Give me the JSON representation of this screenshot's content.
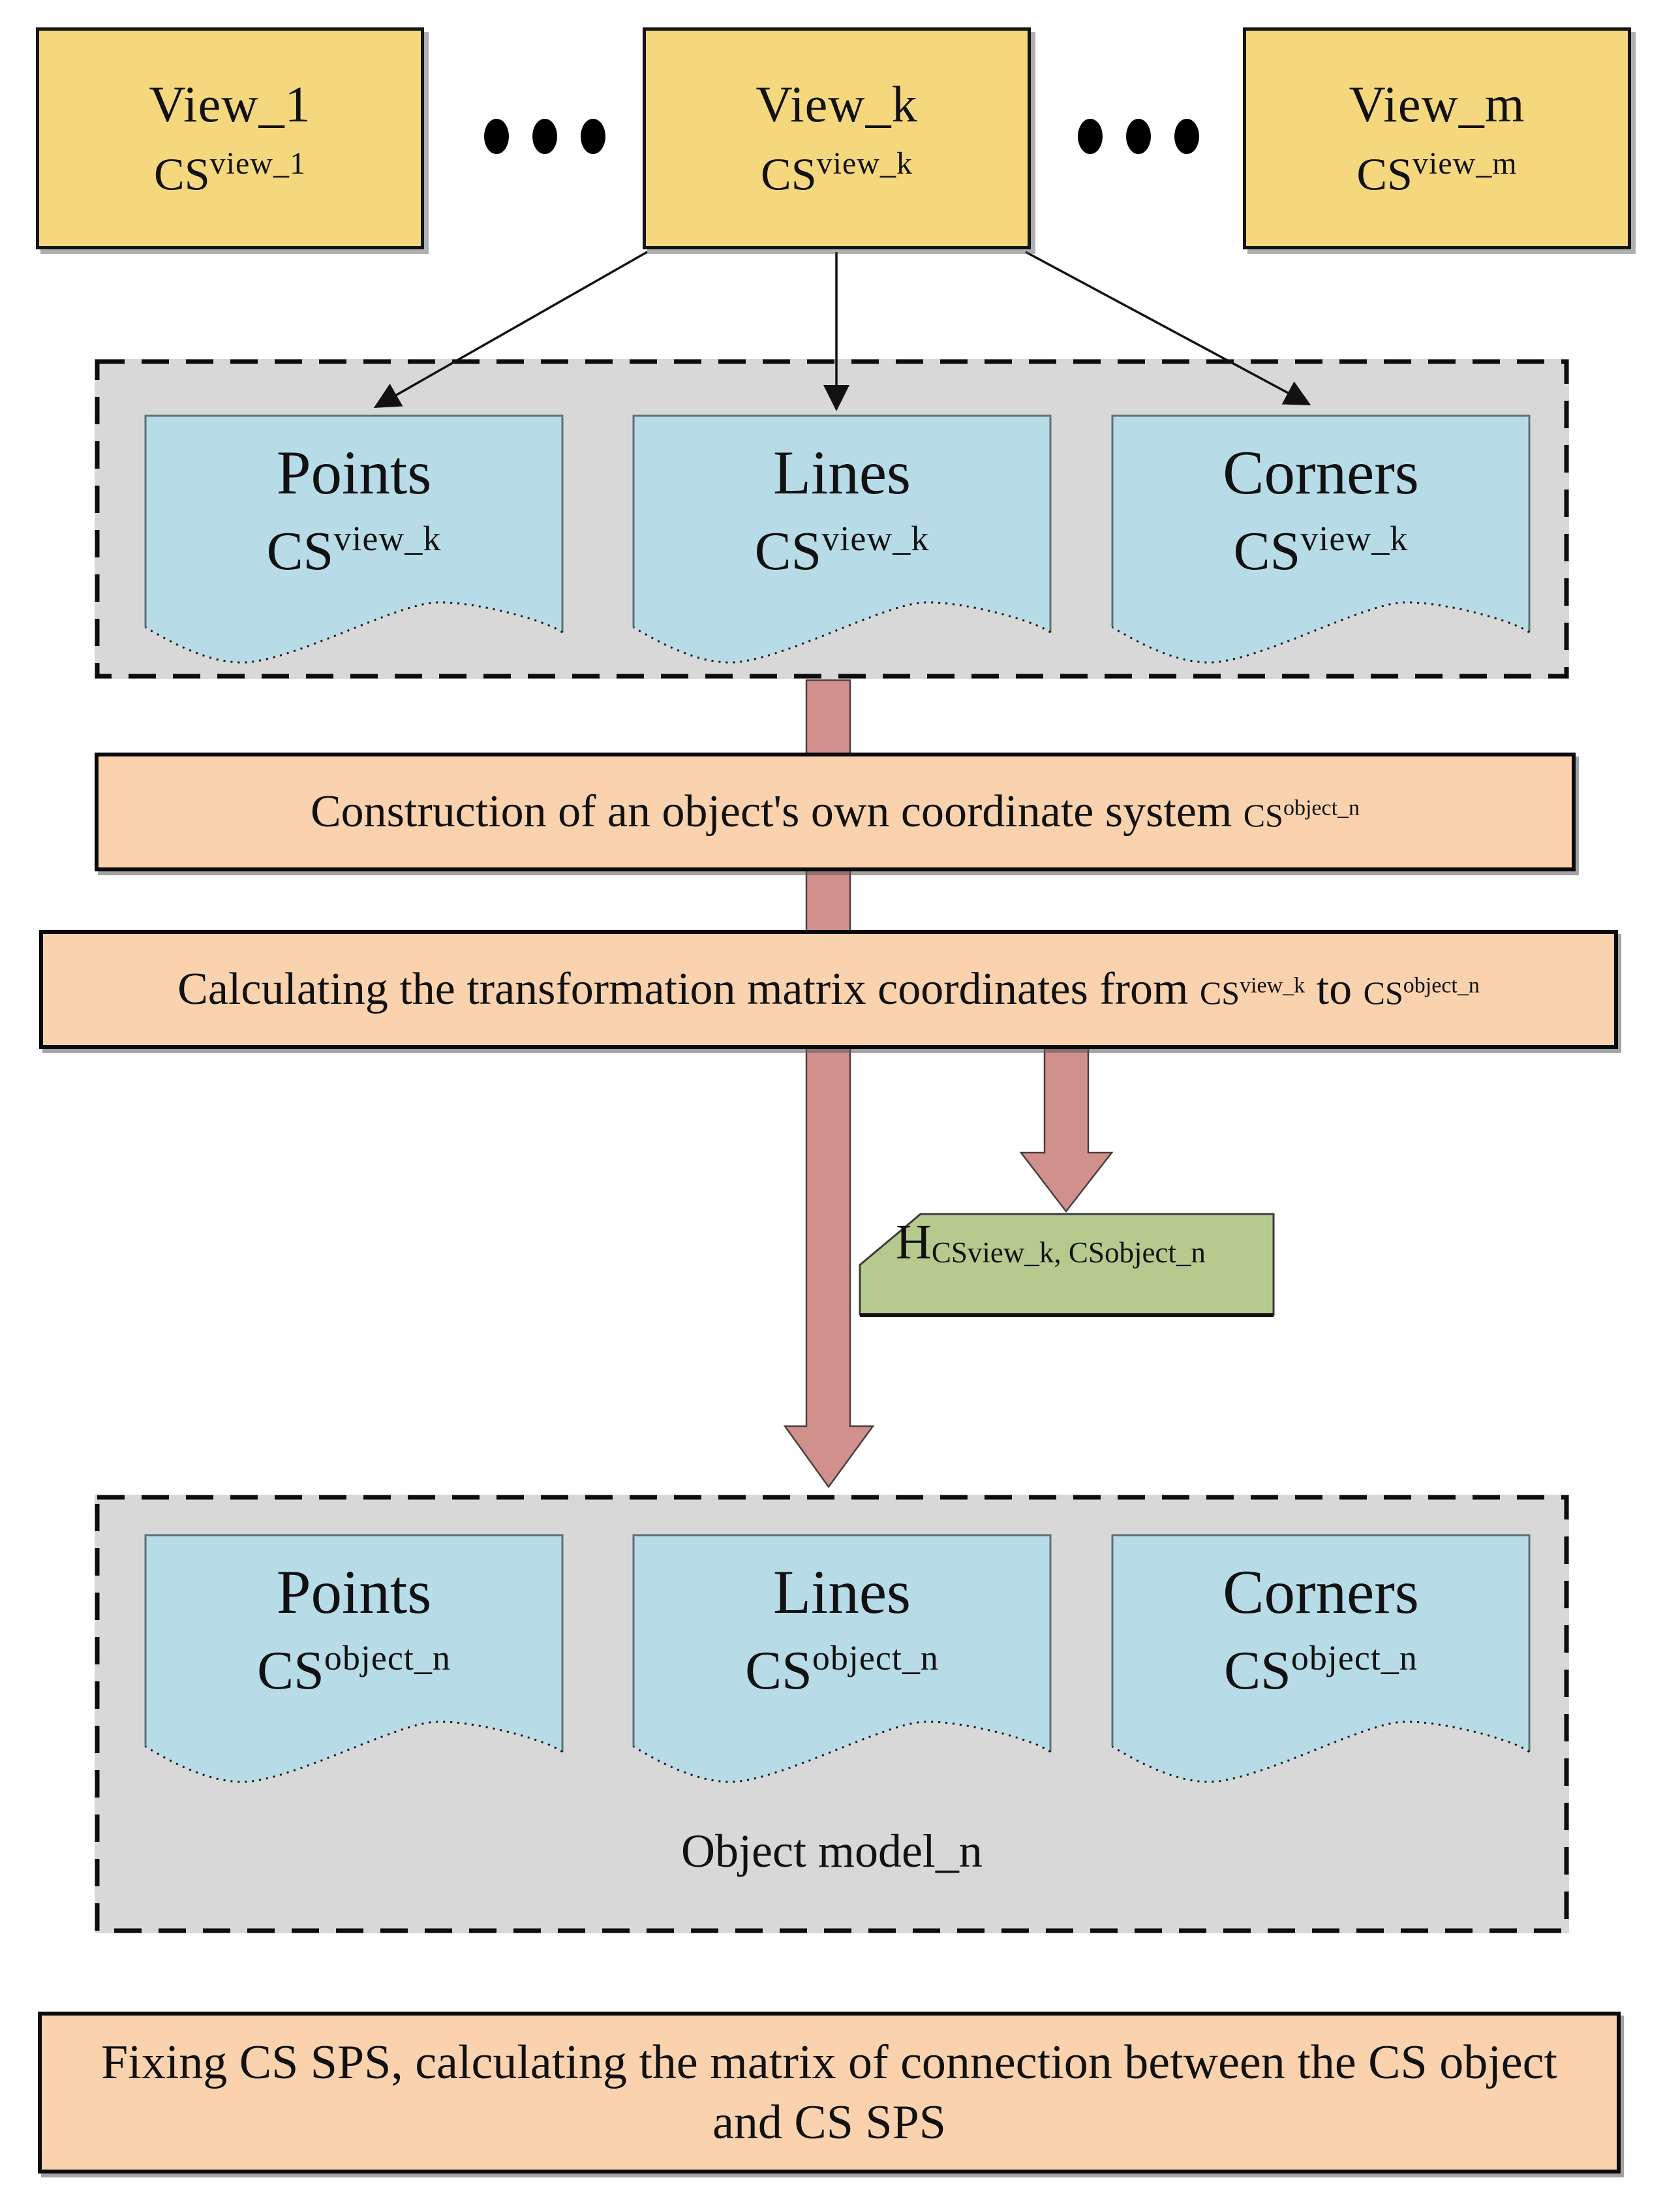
{
  "colors": {
    "view_box_fill": "#f5d87e",
    "doc_fill": "#b7dce8",
    "container_fill": "#d8d8d8",
    "banner_fill": "#fad3ae",
    "card_fill": "#b5ca8c",
    "arrow_fill": "#d2908c"
  },
  "views": [
    {
      "title": "View_1",
      "cs_base": "CS",
      "cs_sup": "view_1"
    },
    {
      "title": "View_k",
      "cs_base": "CS",
      "cs_sup": "view_k"
    },
    {
      "title": "View_m",
      "cs_base": "CS",
      "cs_sup": "view_m"
    }
  ],
  "view_features": [
    {
      "label": "Points",
      "cs_base": "CS",
      "cs_sup": "view_k"
    },
    {
      "label": "Lines",
      "cs_base": "CS",
      "cs_sup": "view_k"
    },
    {
      "label": "Corners",
      "cs_base": "CS",
      "cs_sup": "view_k"
    }
  ],
  "object_features": [
    {
      "label": "Points",
      "cs_base": "CS",
      "cs_sup": "object_n"
    },
    {
      "label": "Lines",
      "cs_base": "CS",
      "cs_sup": "object_n"
    },
    {
      "label": "Corners",
      "cs_base": "CS",
      "cs_sup": "object_n"
    }
  ],
  "banner_construction": {
    "prefix": "Construction of an object's own coordinate system ",
    "cs_base": "CS",
    "cs_sup": "object_n"
  },
  "banner_transformation": {
    "prefix": "Calculating the transformation matrix coordinates from ",
    "cs1_base": "CS",
    "cs1_sup": "view_k",
    "middle": " to ",
    "cs2_base": "CS",
    "cs2_sup": "object_n"
  },
  "h_matrix": {
    "base": "H",
    "sub": "CSview_k, CSobject_n"
  },
  "object_model_label": "Object model_n",
  "banner_fixing": {
    "line1": "Fixing CS SPS, calculating the matrix of connection between the CS object",
    "line2": "and CS SPS"
  }
}
